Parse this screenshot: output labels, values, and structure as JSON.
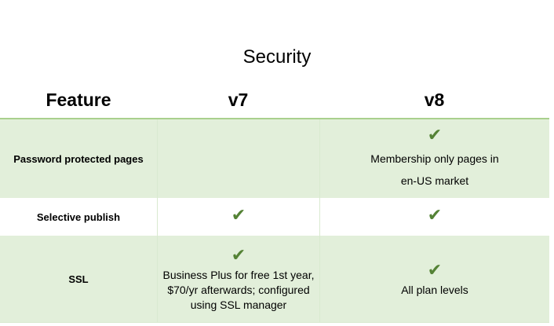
{
  "title": "Security",
  "columns": [
    "Feature",
    "v7",
    "v8"
  ],
  "check_icon": "check-mark-icon",
  "check_glyph": "✔",
  "accent_color": "#548235",
  "rows": [
    {
      "feature": "Password protected pages",
      "v7": {
        "check": false,
        "note": ""
      },
      "v8": {
        "check": true,
        "note_lines": [
          "Membership only pages in",
          "en-US market"
        ]
      }
    },
    {
      "feature": "Selective publish",
      "v7": {
        "check": true,
        "note": ""
      },
      "v8": {
        "check": true,
        "note": ""
      }
    },
    {
      "feature": "SSL",
      "v7": {
        "check": true,
        "note_lines": [
          "Business Plus for free 1st year,",
          "$70/yr afterwards; configured",
          "using SSL manager"
        ]
      },
      "v8": {
        "check": true,
        "note": "All plan levels"
      }
    }
  ]
}
